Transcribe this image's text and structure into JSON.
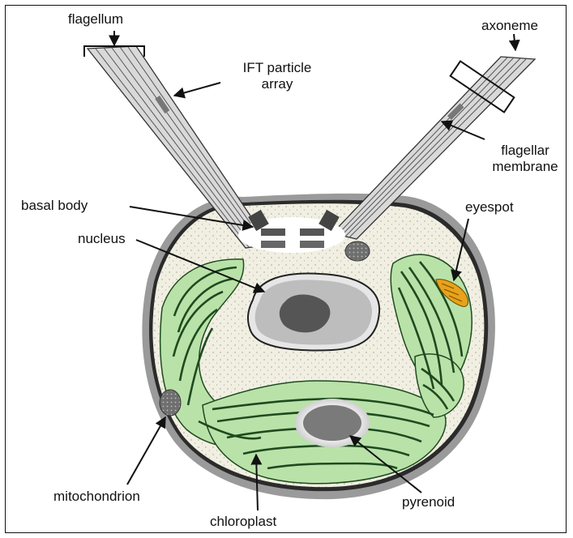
{
  "diagram": {
    "labels": {
      "flagellum": "flagellum",
      "ift_line1": "IFT particle",
      "ift_line2": "array",
      "axoneme": "axoneme",
      "flagellar_line1": "flagellar",
      "flagellar_line2": "membrane",
      "basal_body": "basal body",
      "nucleus": "nucleus",
      "eyespot": "eyespot",
      "mitochondrion": "mitochondrion",
      "chloroplast": "chloroplast",
      "pyrenoid": "pyrenoid"
    },
    "colors": {
      "cell_wall": "#9a9a9a",
      "cytoplasm": "#f1efe2",
      "chloroplast_fill": "#b9e2a9",
      "thylakoid": "#1f4a1f",
      "nucleus_fill": "#bdbdbd",
      "nucleolus": "#555555",
      "pyrenoid": "#7a7a7a",
      "eyespot": "#e8a21b"
    }
  }
}
